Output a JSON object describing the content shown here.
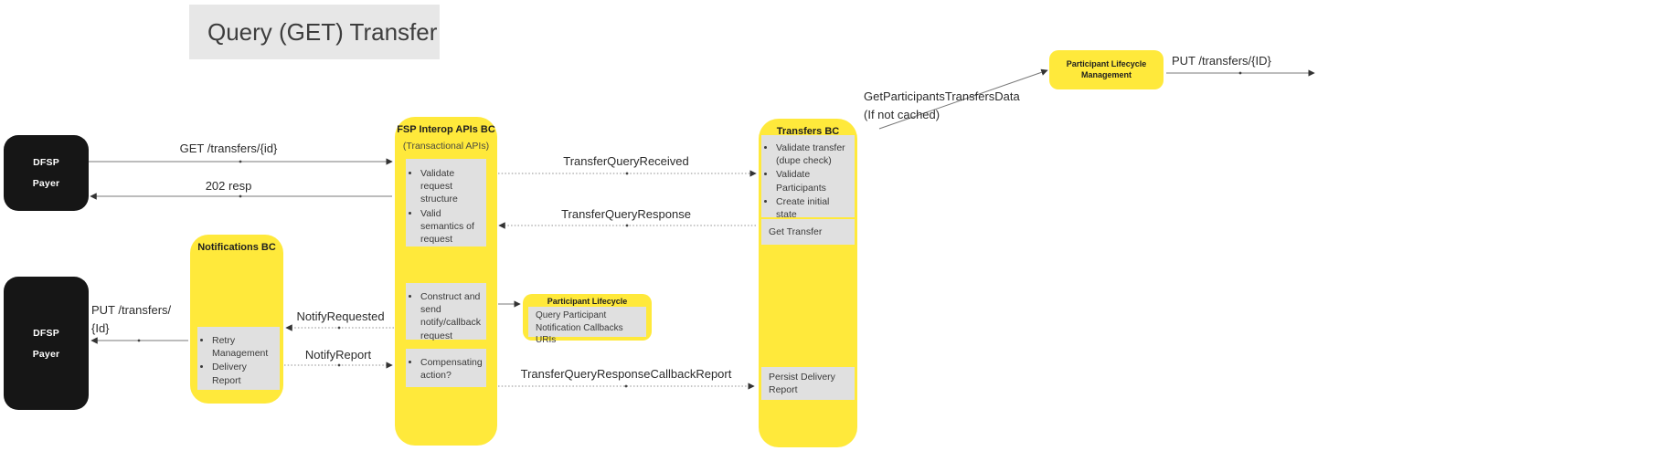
{
  "title": "Query (GET) Transfer",
  "actors": {
    "payer_top": {
      "line1": "DFSP",
      "line2": "Payer"
    },
    "payer_bottom": {
      "line1": "DFSP",
      "line2": "Payer"
    }
  },
  "components": {
    "fsp_interop": {
      "title": "FSP Interop APIs BC",
      "subtitle": "(Transactional APIs)",
      "validate_panel": [
        "Validate request structure",
        "Valid semantics of request"
      ],
      "notify_panel": [
        "Construct and send notify/callback request"
      ],
      "compensate_panel": [
        "Compensating action?"
      ]
    },
    "transfers_bc": {
      "title": "Transfers BC",
      "validate_panel": [
        "Validate transfer (dupe check)",
        "Validate Participants",
        "Create initial state"
      ],
      "get_transfer_panel": "Get Transfer",
      "persist_panel": "Persist Delivery Report"
    },
    "notifications_bc": {
      "title": "Notifications BC",
      "panel": [
        "Retry Management",
        "Delivery Report"
      ]
    },
    "plm_mid": {
      "title": "Participant Lifecycle Management",
      "panel": "Query Participant Notification Callbacks URIs"
    },
    "plm_top": {
      "title": "Participant Lifecycle Management"
    }
  },
  "messages": {
    "get_transfers": "GET /transfers/{id}",
    "resp_202": "202 resp",
    "transfer_query_received": "TransferQueryReceived",
    "transfer_query_response": "TransferQueryResponse",
    "notify_requested": "NotifyRequested",
    "notify_report": "NotifyReport",
    "put_transfers_lower_line1": "PUT /transfers/",
    "put_transfers_lower_line2": "{Id}",
    "get_participants_transfers_data": "GetParticipantsTransfersData",
    "if_not_cached": "(If not cached)",
    "transfer_query_response_callback_report": "TransferQueryResponseCallbackReport",
    "put_transfers_upper": "PUT /transfers/{ID}"
  },
  "colors": {
    "component_yellow": "#ffe93b",
    "panel_gray": "#e0e0e0",
    "actor_black": "#161616",
    "title_bg": "#e7e7e7"
  }
}
